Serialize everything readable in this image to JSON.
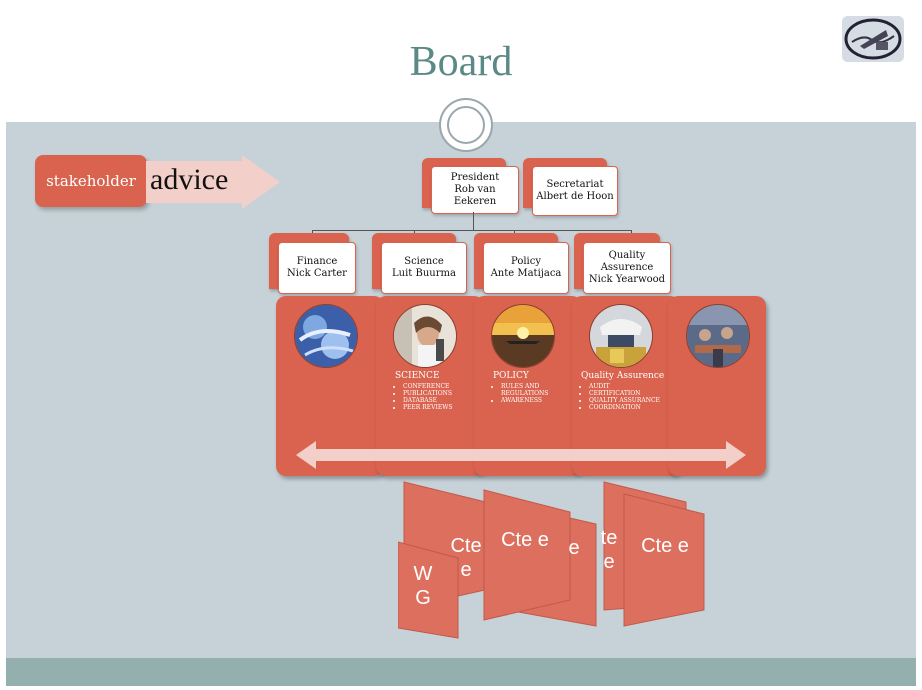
{
  "slide": {
    "title": "Board",
    "colors": {
      "accent": "#d9634e",
      "background": "#c7d2d8",
      "footer": "#93afae",
      "title": "#5b8a86"
    }
  },
  "stakeholder": {
    "label": "stakeholder",
    "arrow_label": "advice"
  },
  "president": {
    "role": "President",
    "name": "Rob van Eekeren"
  },
  "secretariat": {
    "role": "Secretariat",
    "name": "Albert de Hoon"
  },
  "members": [
    {
      "role": "Finance",
      "name": "Nick Carter"
    },
    {
      "role": "Science",
      "name": "Luit Buurma"
    },
    {
      "role": "Policy",
      "name": "Ante Matijaca"
    },
    {
      "role": "Quality Assurence",
      "name": "Nick Yearwood"
    }
  ],
  "panels": {
    "science": {
      "title": "SCIENCE",
      "items": [
        "CONFERENCE",
        "PUBLICATIONS",
        "DATABASE",
        "PEER REVIEWS"
      ]
    },
    "policy": {
      "title": "POLICY",
      "items": [
        "RULES AND REGULATIONS",
        "AWARENESS"
      ]
    },
    "quality": {
      "title": "Quality Assurence",
      "items": [
        "AUDIT",
        "CERTIFICATION",
        "QUALITY ASSURANCE",
        "COORDINATION"
      ]
    }
  },
  "committees": {
    "wg": "W G",
    "cte_a": "Cte e",
    "cte_b": "Cte e",
    "cte_c": "e",
    "cte_d": "te e",
    "cte_e": "Cte e"
  }
}
